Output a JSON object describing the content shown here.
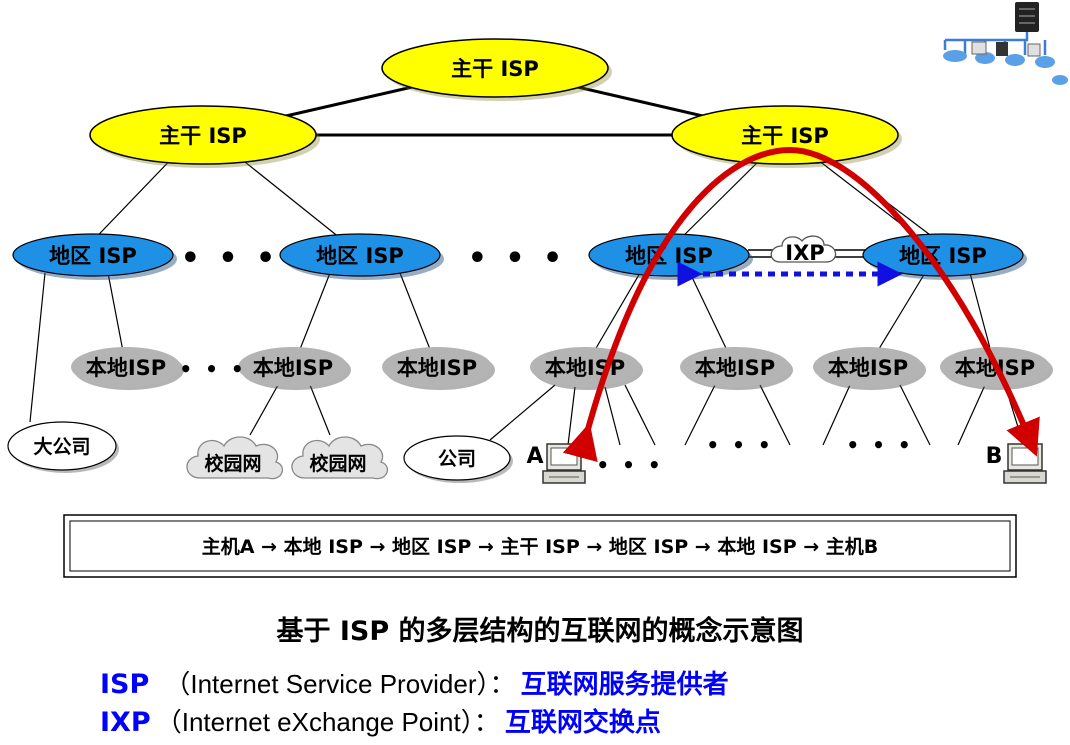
{
  "colors": {
    "backbone_fill": "#ffff00",
    "regional_fill": "#1e90e6",
    "local_fill": "#b4b4b4",
    "route_arrow": "#d00000",
    "ixp_link": "#1010e0",
    "legend_accent": "#0000ff"
  },
  "backbone": [
    "主干 ISP",
    "主干 ISP",
    "主干 ISP"
  ],
  "regional": [
    "地区 ISP",
    "地区 ISP",
    "地区 ISP",
    "地区 ISP"
  ],
  "local": [
    "本地ISP",
    "本地ISP",
    "本地ISP",
    "本地ISP",
    "本地ISP",
    "本地ISP",
    "本地ISP"
  ],
  "ixp_label": "IXP",
  "customers": [
    "大公司",
    "校园网",
    "校园网",
    "公司"
  ],
  "hosts": [
    "A",
    "B"
  ],
  "ellipsis": "• • •",
  "ellipsis_small": "• • •",
  "path_text": "主机A → 本地 ISP → 地区 ISP → 主干 ISP → 地区 ISP → 本地 ISP → 主机B",
  "caption": "基于 ISP 的多层结构的互联网的概念示意图",
  "legend": [
    {
      "abbr": "ISP",
      "full": "（Internet Service Provider）：",
      "cn": "互联网服务提供者"
    },
    {
      "abbr": "IXP",
      "full": "（Internet  eXchange  Point）：",
      "cn": "互联网交换点"
    }
  ],
  "icons": [
    "network-topology-icon",
    "computer-icon"
  ]
}
